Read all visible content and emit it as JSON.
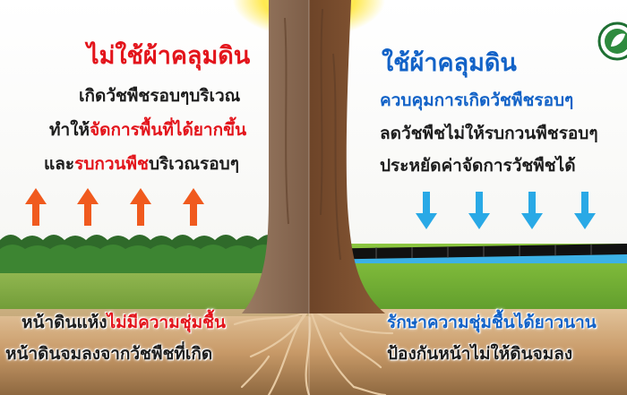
{
  "left": {
    "title": "ไม่ใช้ผ้าคลุมดิน",
    "line1": "เกิดวัชพืชรอบๆบริเวณ",
    "line2_prefix": "ทำให้",
    "line2_highlight": "จัดการพื้นที่ได้ยากขึ้น",
    "line3_prefix": "และ",
    "line3_highlight": "รบกวนพืช",
    "line3_suffix": "บริเวณรอบๆ",
    "bottom1_prefix": "หน้าดินแห้ง",
    "bottom1_highlight": "ไม่มีความชุ่มชื้น",
    "bottom2": "หน้าดินจมลงจากวัชพืชที่เกิด",
    "arrow_color": "#f05a1e"
  },
  "right": {
    "title": "ใช้ผ้าคลุมดิน",
    "line1": "ควบคุมการเกิดวัชพืชรอบๆ",
    "line2": "ลดวัชพืชไม่ให้รบกวนพืชรอบๆ",
    "line3": "ประหยัดค่าจัดการวัชพืชได้",
    "bottom1": "รักษาความชุ่มชื้นได้ยาวนาน",
    "bottom2": "ป้องกันหน้าไม่ให้ดินจมลง",
    "arrow_color": "#29a9e6"
  },
  "logo": {
    "icon": "leaf-logo-icon"
  },
  "colors": {
    "red": "#e3141b",
    "blue": "#1262c7",
    "soil": "#c79a6a",
    "grass": "#7fb53a"
  }
}
